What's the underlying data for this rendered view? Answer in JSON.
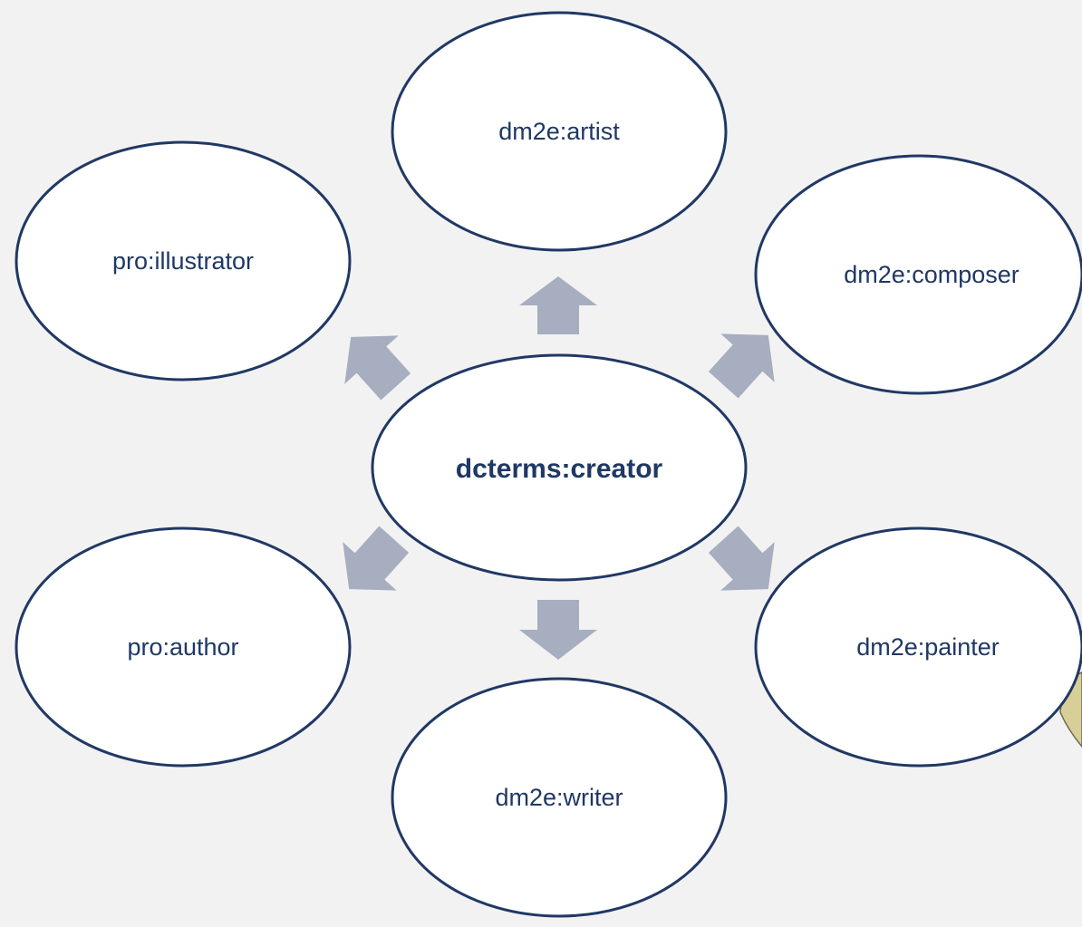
{
  "diagram": {
    "center": {
      "label": "dcterms:creator"
    },
    "nodes": [
      {
        "id": "artist",
        "label": "dm2e:artist"
      },
      {
        "id": "composer",
        "label": "dm2e:composer"
      },
      {
        "id": "painter",
        "label": "dm2e:painter"
      },
      {
        "id": "writer",
        "label": "dm2e:writer"
      },
      {
        "id": "author",
        "label": "pro:author"
      },
      {
        "id": "illustrator",
        "label": "pro:illustrator"
      }
    ],
    "colors": {
      "background": "#f2f2f2",
      "node_fill": "#ffffff",
      "node_outline": "#203864",
      "text": "#1f3864",
      "arrow": "#a6aebf"
    }
  }
}
